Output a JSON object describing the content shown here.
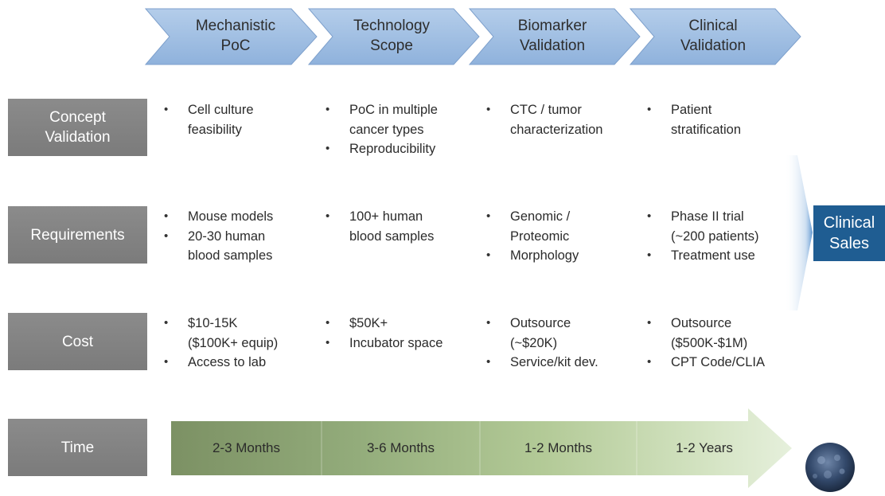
{
  "stages": [
    {
      "line1": "Mechanistic",
      "line2": "PoC"
    },
    {
      "line1": "Technology",
      "line2": "Scope"
    },
    {
      "line1": "Biomarker",
      "line2": "Validation"
    },
    {
      "line1": "Clinical",
      "line2": "Validation"
    }
  ],
  "rows": {
    "concept": {
      "label_line1": "Concept",
      "label_line2": "Validation",
      "cells": [
        [
          "Cell culture",
          "feasibility"
        ],
        [
          "PoC in multiple",
          "cancer types",
          "Reproducibility"
        ],
        [
          "CTC / tumor",
          "characterization"
        ],
        [
          "Patient",
          "stratification"
        ]
      ]
    },
    "requirements": {
      "label": "Requirements",
      "cells": [
        [
          "Mouse models",
          "20-30 human",
          "blood samples"
        ],
        [
          "100+ human",
          "blood samples"
        ],
        [
          "Genomic /",
          "Proteomic",
          "Morphology"
        ],
        [
          "Phase II trial",
          "(~200 patients)",
          "Treatment use"
        ]
      ]
    },
    "cost": {
      "label": "Cost",
      "cells": [
        [
          "$10-15K",
          "($100K+ equip)",
          "Access to lab"
        ],
        [
          "$50K+",
          "Incubator space"
        ],
        [
          "Outsource",
          "(~$20K)",
          "Service/kit dev."
        ],
        [
          "Outsource",
          "($500K-$1M)",
          "CPT Code/CLIA"
        ]
      ]
    },
    "time": {
      "label": "Time",
      "segments": [
        "2-3 Months",
        "3-6 Months",
        "1-2 Months",
        "1-2 Years"
      ]
    }
  },
  "clinical_sales": {
    "line1": "Clinical",
    "line2": "Sales"
  },
  "colors": {
    "chevron_fill": "#9bbbe0",
    "row_box": "#828282",
    "sales_box": "#1f5d92",
    "time_arrow": [
      "#7f9467",
      "#97b081",
      "#b6cc9c",
      "#d3e3c3"
    ]
  }
}
